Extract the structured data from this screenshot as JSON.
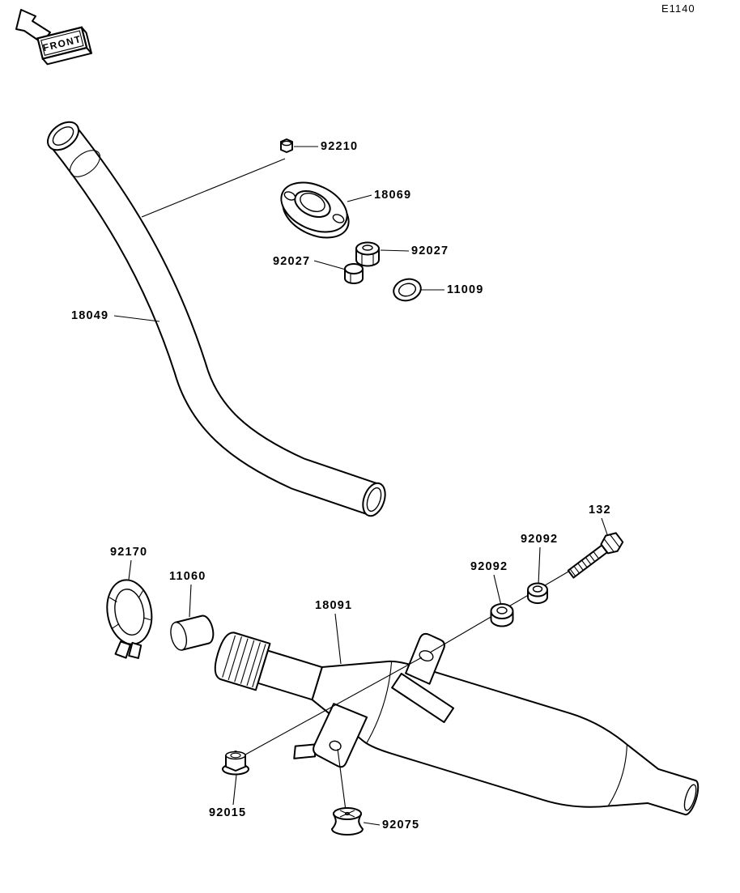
{
  "page": {
    "code": "E1140",
    "front": "FRONT"
  },
  "labels": {
    "l18049": "18049",
    "l18069": "18069",
    "l18091": "18091",
    "l11009": "11009",
    "l11060": "11060",
    "l132": "132",
    "l92015": "92015",
    "l92027_left": "92027",
    "l92027_right": "92027",
    "l92075": "92075",
    "l92092_lower": "92092",
    "l92092_upper": "92092",
    "l92170": "92170",
    "l92210": "92210"
  }
}
